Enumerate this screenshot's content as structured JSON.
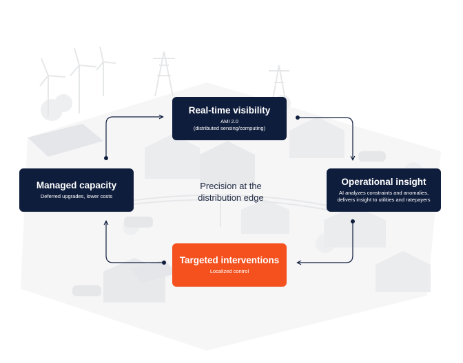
{
  "diagram": {
    "center_label": "Precision at the distribution edge",
    "nodes": [
      {
        "id": "realtime",
        "title": "Real-time visibility",
        "lines": [
          "AMI 2.0",
          "(distributed sensing/computing)"
        ],
        "color": "#0f1d3c"
      },
      {
        "id": "insight",
        "title": "Operational insight",
        "lines": [
          "AI analyzes constraints and anomalies,",
          "delivers insight to utilities and ratepayers"
        ],
        "color": "#0f1d3c"
      },
      {
        "id": "interventions",
        "title": "Targeted interventions",
        "lines": [
          "Localized control"
        ],
        "color": "#f4511e"
      },
      {
        "id": "capacity",
        "title": "Managed capacity",
        "lines": [
          "Deferred upgrades, lower costs"
        ],
        "color": "#0f1d3c"
      }
    ],
    "flow": [
      "realtime",
      "insight",
      "interventions",
      "capacity",
      "realtime"
    ],
    "arrow_color": "#0f1d3c",
    "background_color": "#ffffff",
    "background_illustration_color": "#e9eaec"
  }
}
